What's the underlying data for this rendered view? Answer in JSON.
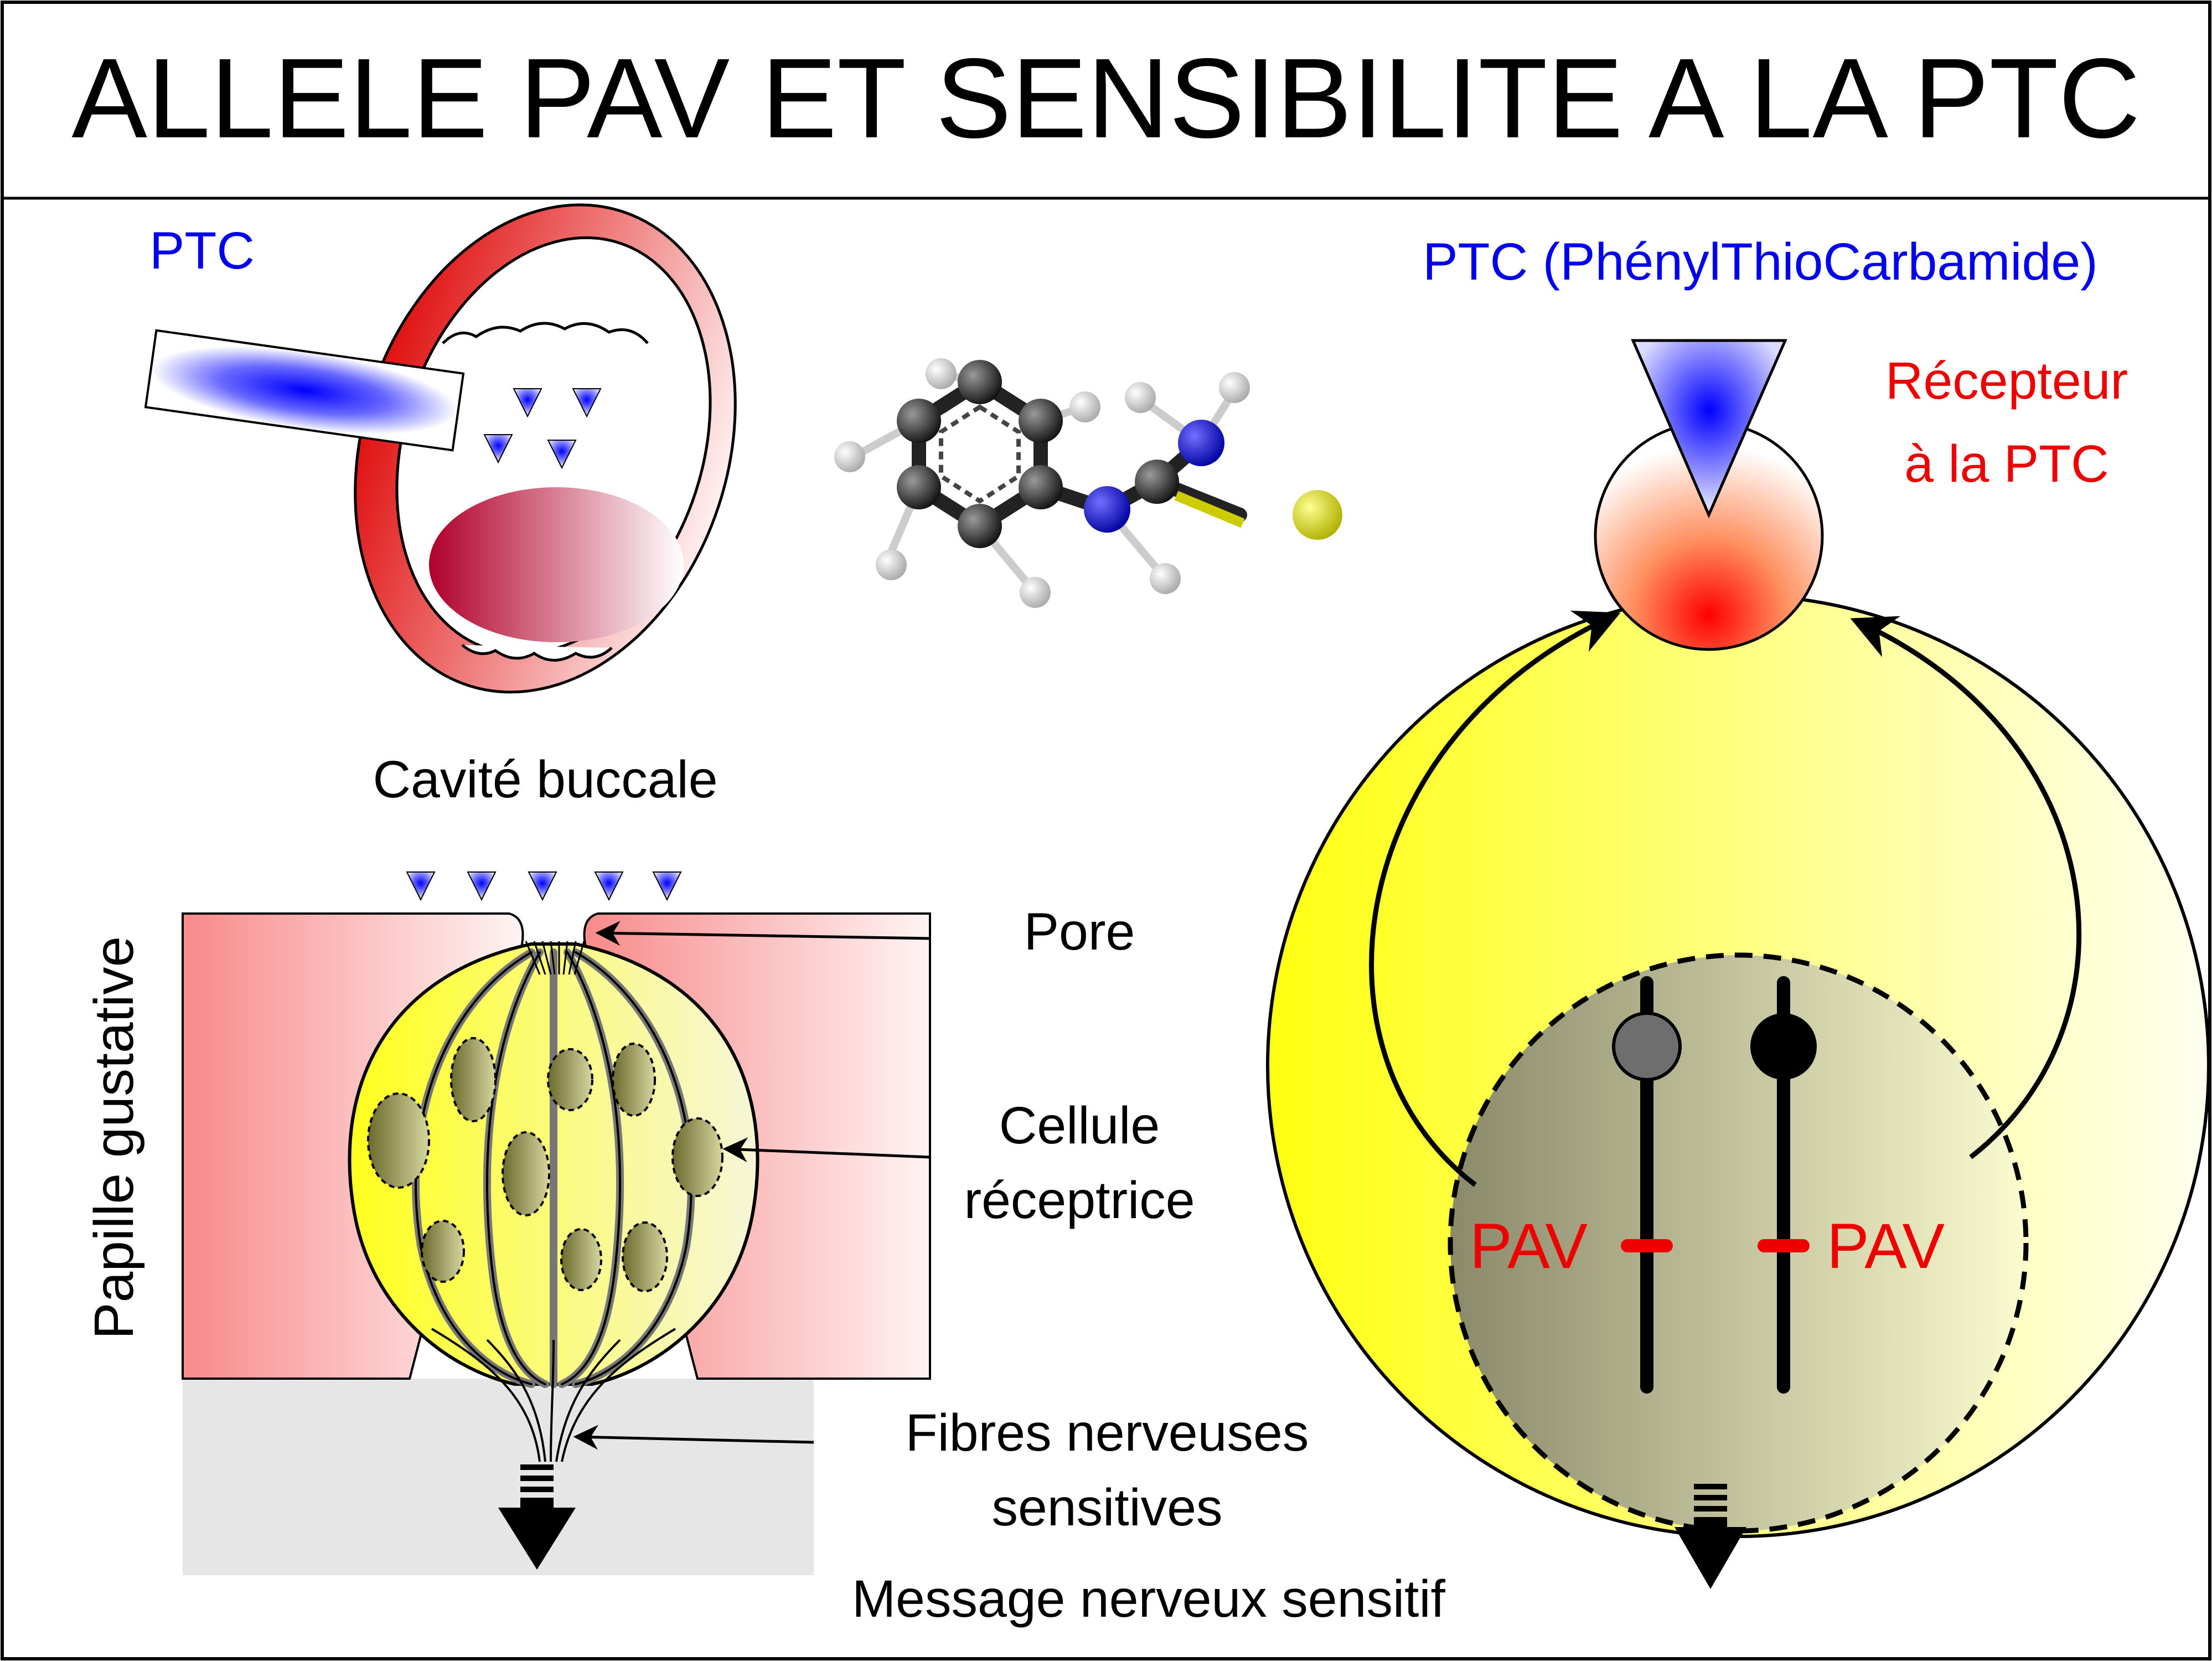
{
  "title": "ALLELE PAV ET SENSIBILITE A LA PTC",
  "mouth": {
    "ptc_label": "PTC",
    "caption": "Cavité buccale"
  },
  "molecule": {
    "title": "PTC (PhénylThioCarbamide)"
  },
  "papilla": {
    "vertical_label": "Papille gustative",
    "pore_label": "Pore",
    "cell_label_line1": "Cellule",
    "cell_label_line2": "réceptrice",
    "fibres_label_line1": "Fibres nerveuses",
    "fibres_label_line2": "sensitives",
    "message_label": "Message nerveux sensitif"
  },
  "cell": {
    "receptor_line1": "Récepteur",
    "receptor_line2": "à la PTC",
    "allele_left": "PAV",
    "allele_right": "PAV"
  },
  "colors": {
    "ptc_blue": "#0000ee",
    "receptor_red": "#ee0000",
    "cell_yellow": "#ffff33",
    "tissue_pink": "#f88a8a"
  }
}
